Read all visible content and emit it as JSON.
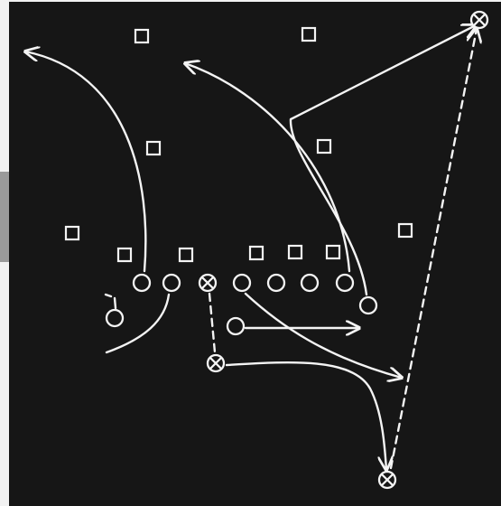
{
  "diagram": {
    "title": "",
    "colors": {
      "background": "#161616",
      "paper": "#f2f2f2",
      "ink": "#f4f4f4"
    },
    "defense": [
      {
        "id": "d1"
      },
      {
        "id": "d2"
      },
      {
        "id": "d3"
      },
      {
        "id": "d4"
      },
      {
        "id": "d5"
      },
      {
        "id": "d6"
      },
      {
        "id": "d7"
      },
      {
        "id": "d8"
      },
      {
        "id": "d9"
      },
      {
        "id": "d10"
      },
      {
        "id": "d11"
      }
    ],
    "offense": [
      {
        "id": "o1",
        "kind": "circle"
      },
      {
        "id": "o2",
        "kind": "circle"
      },
      {
        "id": "o3",
        "kind": "circle-x",
        "role": "ball-carrier"
      },
      {
        "id": "o4",
        "kind": "circle"
      },
      {
        "id": "o5",
        "kind": "circle"
      },
      {
        "id": "o6",
        "kind": "circle"
      },
      {
        "id": "o7",
        "kind": "circle"
      },
      {
        "id": "o8",
        "kind": "circle"
      },
      {
        "id": "o9",
        "kind": "circle"
      },
      {
        "id": "o10",
        "kind": "circle"
      },
      {
        "id": "o11",
        "kind": "circle-x"
      },
      {
        "id": "o12",
        "kind": "circle-x"
      },
      {
        "id": "o13",
        "kind": "circle-x"
      }
    ],
    "routes": [
      {
        "id": "r1",
        "style": "solid",
        "arrow": true
      },
      {
        "id": "r2",
        "style": "solid",
        "arrow": true
      },
      {
        "id": "r3",
        "style": "solid",
        "arrow": true
      },
      {
        "id": "r4",
        "style": "solid",
        "arrow": true
      },
      {
        "id": "r5",
        "style": "solid",
        "arrow": false
      },
      {
        "id": "r6",
        "style": "solid",
        "arrow": true
      },
      {
        "id": "r7",
        "style": "solid",
        "arrow": true
      },
      {
        "id": "r8",
        "style": "dashed",
        "arrow": false
      },
      {
        "id": "r9",
        "style": "dashed",
        "arrow": true
      },
      {
        "id": "r10",
        "style": "solid",
        "arrow": false
      }
    ]
  }
}
